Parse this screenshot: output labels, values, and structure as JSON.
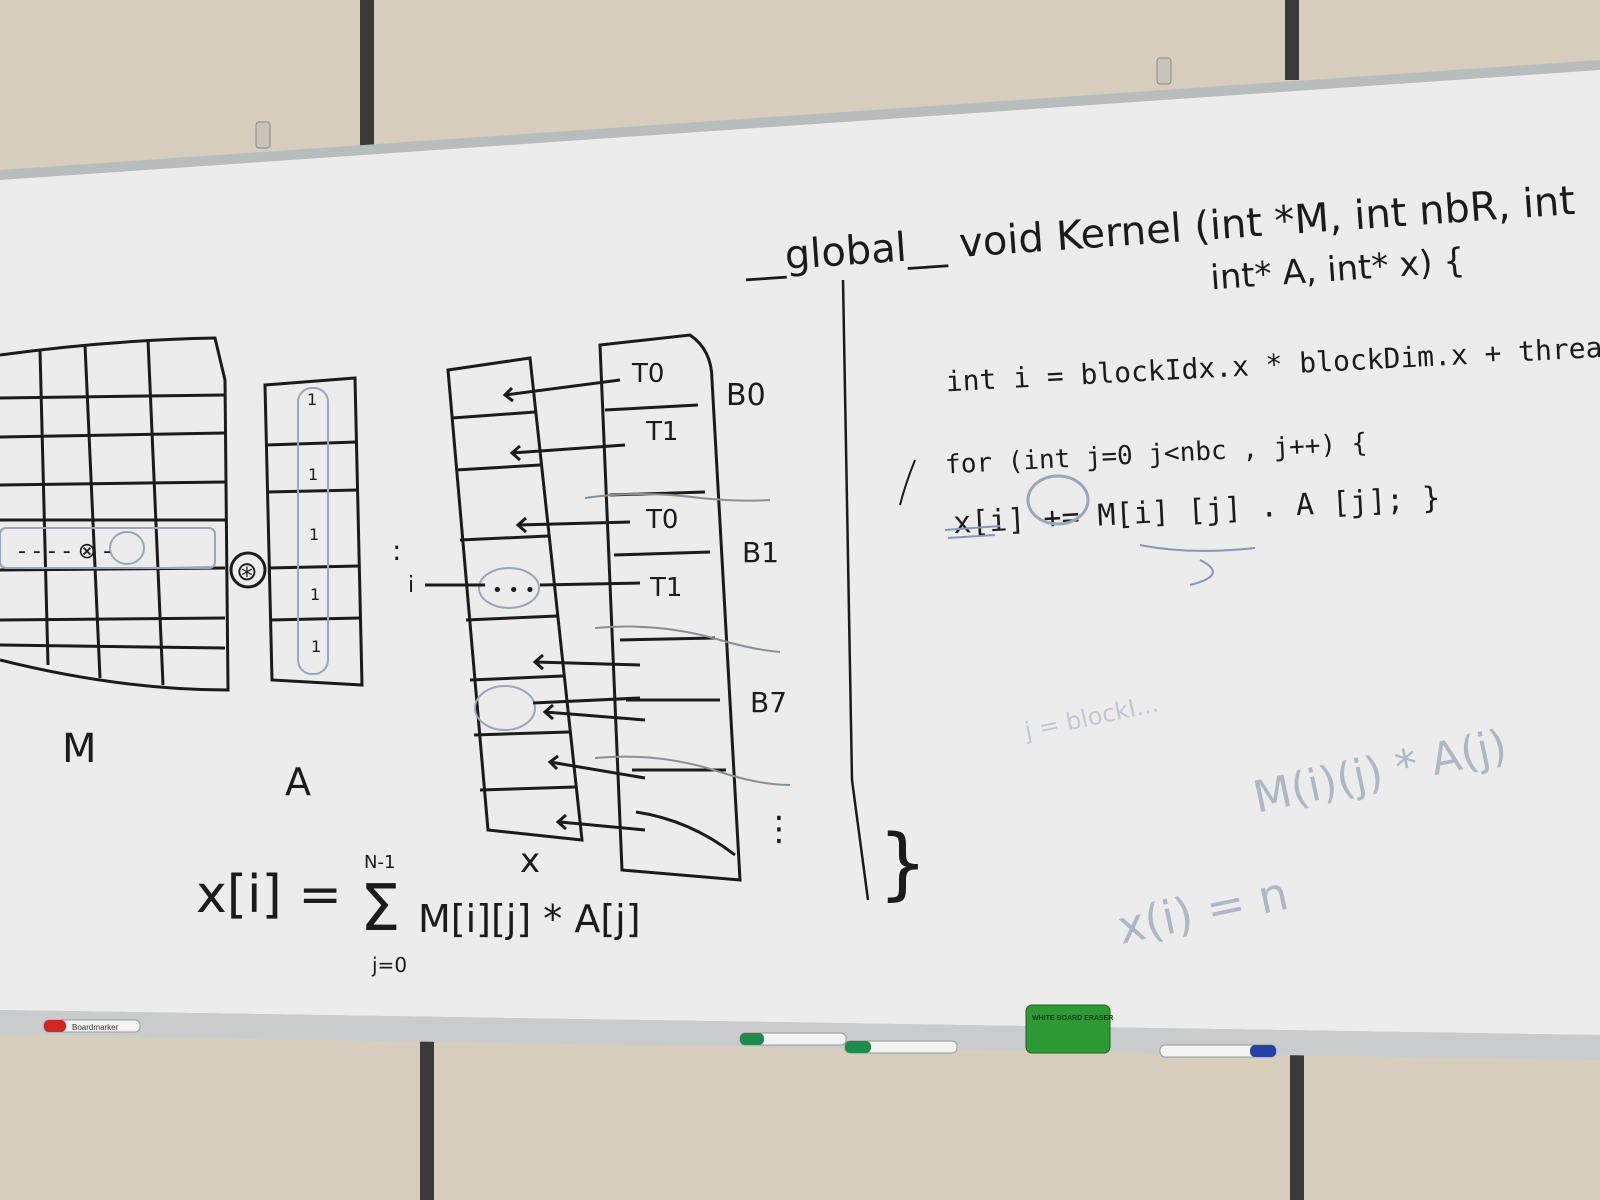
{
  "colors": {
    "wall": "#d6cdbd",
    "board": "#ebeceb",
    "ink": "#1b1b1b",
    "ghost_ink": "#9aa6bd",
    "frame": "#b9bcbd",
    "eraser": "#2e9a35"
  },
  "kernel": {
    "signature_line1": "__global__ void Kernel (int *M, int nbR, int",
    "signature_line2": "int* A, int* x) {",
    "index_line": "int i = blockIdx.x * blockDim.x + threadIdx.x",
    "for_line": "for (int j=0   j<nbc ,  j++) {",
    "body_line": "x[i] += M[i] [j] . A [j]; }",
    "close_brace": "}"
  },
  "ghost_text": {
    "line1": "j = blockI...",
    "line2": "M(i)(j) * A(j)",
    "line3": "x(i) = n"
  },
  "diagram": {
    "matrix_label": "M",
    "vector_a_label": "A",
    "vector_x_label": "x",
    "multiply_symbol": "⊛",
    "ellipsis": ":",
    "row_index": "i",
    "dots": "• • •",
    "a_cells": [
      "1",
      "1",
      "1",
      "1",
      "1"
    ],
    "thread_labels": [
      "T0",
      "T1",
      "T0",
      "T1"
    ],
    "block_labels": [
      "B0",
      "B1",
      "B7"
    ],
    "row_dashes": "- - - - ⊗ -",
    "bottom_dots": "⋮"
  },
  "formula": {
    "lhs": "x[i] =",
    "sigma": "Σ",
    "upper": "N-1",
    "lower": "j=0",
    "rhs": "M[i][j] * A[j]"
  },
  "tray": {
    "marker_brand": "Boardmarker",
    "eraser_label": "WHITE BOARD ERASER"
  }
}
